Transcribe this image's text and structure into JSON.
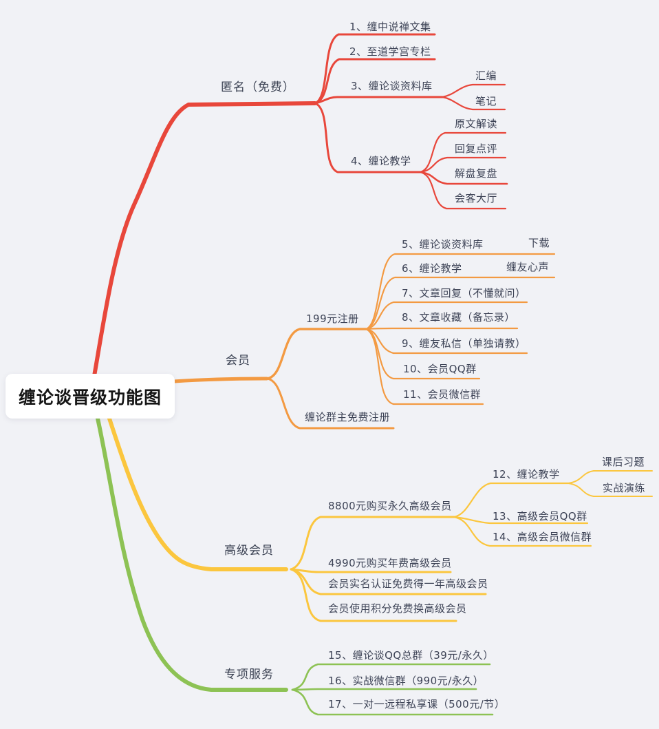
{
  "palette": {
    "background": "#f1f2f6",
    "node_background": "#ffffff",
    "text": "#3d4356",
    "title_text": "#151515",
    "red": "#e8473b",
    "orange": "#f39a42",
    "yellow": "#fbc63e",
    "green": "#8dc254"
  },
  "root": {
    "title": "缠论谈晋级功能图"
  },
  "branches": [
    {
      "label": "匿名（免费）",
      "color": "#e8473b",
      "children": [
        {
          "label": "1、缠中说禅文集"
        },
        {
          "label": "2、至道学宫专栏"
        },
        {
          "label": "3、缠论谈资料库",
          "children": [
            {
              "label": "汇编"
            },
            {
              "label": "笔记"
            }
          ]
        },
        {
          "label": "4、缠论教学",
          "children": [
            {
              "label": "原文解读"
            },
            {
              "label": "回复点评"
            },
            {
              "label": "解盘复盘"
            },
            {
              "label": "会客大厅"
            }
          ]
        }
      ]
    },
    {
      "label": "会员",
      "color": "#f39a42",
      "children": [
        {
          "label": "199元注册",
          "children": [
            {
              "label": "5、缠论谈资料库",
              "children": [
                {
                  "label": "下载"
                }
              ]
            },
            {
              "label": "6、缠论教学",
              "children": [
                {
                  "label": "缠友心声"
                }
              ]
            },
            {
              "label": "7、文章回复（不懂就问）"
            },
            {
              "label": "8、文章收藏（备忘录）"
            },
            {
              "label": "9、缠友私信（单独请教）"
            },
            {
              "label": "10、会员QQ群"
            },
            {
              "label": "11、会员微信群"
            }
          ]
        },
        {
          "label": "缠论群主免费注册"
        }
      ]
    },
    {
      "label": "高级会员",
      "color": "#fbc63e",
      "children": [
        {
          "label": "8800元购买永久高级会员",
          "children": [
            {
              "label": "12、缠论教学",
              "children": [
                {
                  "label": "课后习题"
                },
                {
                  "label": "实战演练"
                }
              ]
            },
            {
              "label": "13、高级会员QQ群"
            },
            {
              "label": "14、高级会员微信群"
            }
          ]
        },
        {
          "label": "4990元购买年费高级会员"
        },
        {
          "label": "会员实名认证免费得一年高级会员"
        },
        {
          "label": "会员使用积分免费换高级会员"
        }
      ]
    },
    {
      "label": "专项服务",
      "color": "#8dc254",
      "children": [
        {
          "label": "15、缠论谈QQ总群（39元/永久）"
        },
        {
          "label": "16、实战微信群（990元/永久）"
        },
        {
          "label": "17、一对一远程私享课（500元/节）"
        }
      ]
    }
  ]
}
